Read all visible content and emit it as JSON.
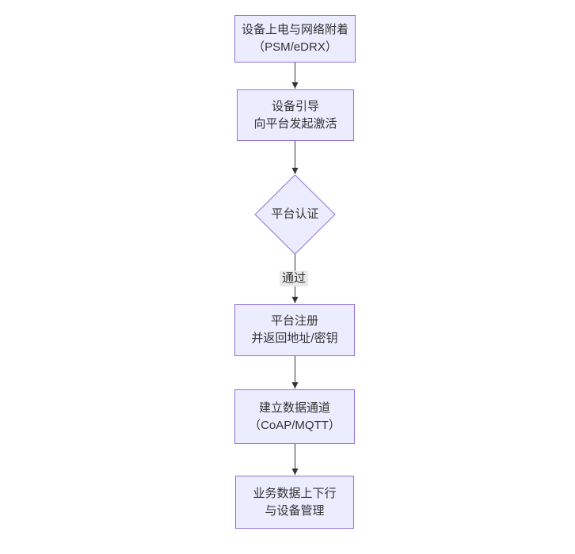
{
  "theme": {
    "node_fill": "#ECECFF",
    "node_border": "#9370DB",
    "line_color": "#333333",
    "text_color": "#333333",
    "edge_label_bg": "#e8e8e8"
  },
  "flowchart": {
    "nodes": [
      {
        "id": "power-attach",
        "type": "rect",
        "line1": "设备上电与网络附着",
        "line2": "（PSM/eDRX）"
      },
      {
        "id": "bootstrap",
        "type": "rect",
        "line1": "设备引导",
        "line2": "向平台发起激活"
      },
      {
        "id": "auth",
        "type": "diamond",
        "label": "平台认证"
      },
      {
        "id": "register",
        "type": "rect",
        "line1": "平台注册",
        "line2": "并返回地址/密钥"
      },
      {
        "id": "data-channel",
        "type": "rect",
        "line1": "建立数据通道",
        "line2": "（CoAP/MQTT）"
      },
      {
        "id": "business-data",
        "type": "rect",
        "line1": "业务数据上下行",
        "line2": "与设备管理"
      }
    ],
    "edges": [
      {
        "from": "power-attach",
        "to": "bootstrap",
        "label": ""
      },
      {
        "from": "bootstrap",
        "to": "auth",
        "label": ""
      },
      {
        "from": "auth",
        "to": "register",
        "label": "通过"
      },
      {
        "from": "register",
        "to": "data-channel",
        "label": ""
      },
      {
        "from": "data-channel",
        "to": "business-data",
        "label": ""
      }
    ],
    "pass_label": "通过"
  }
}
